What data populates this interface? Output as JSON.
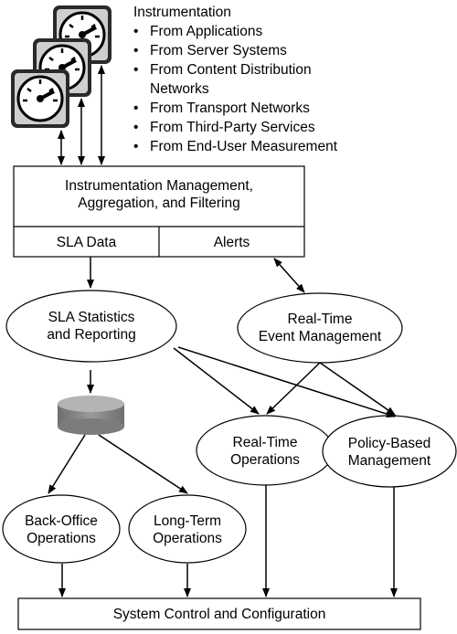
{
  "instrumentation": {
    "title": "Instrumentation",
    "sources": [
      "From Applications",
      "From Server Systems",
      "From Content Distribution",
      "Networks",
      "From Transport Networks",
      "From Third-Party Services",
      "From End-User Measurement"
    ]
  },
  "management_box": {
    "title_line1": "Instrumentation Management,",
    "title_line2": "Aggregation, and Filtering",
    "left_cell": "SLA Data",
    "right_cell": "Alerts"
  },
  "nodes": {
    "sla_stats_line1": "SLA Statistics",
    "sla_stats_line2": "and Reporting",
    "event_mgmt_line1": "Real-Time",
    "event_mgmt_line2": "Event Management",
    "rt_ops_line1": "Real-Time",
    "rt_ops_line2": "Operations",
    "policy_line1": "Policy-Based",
    "policy_line2": "Management",
    "backoffice_line1": "Back-Office",
    "backoffice_line2": "Operations",
    "longterm_line1": "Long-Term",
    "longterm_line2": "Operations",
    "system_control": "System Control and Configuration"
  }
}
